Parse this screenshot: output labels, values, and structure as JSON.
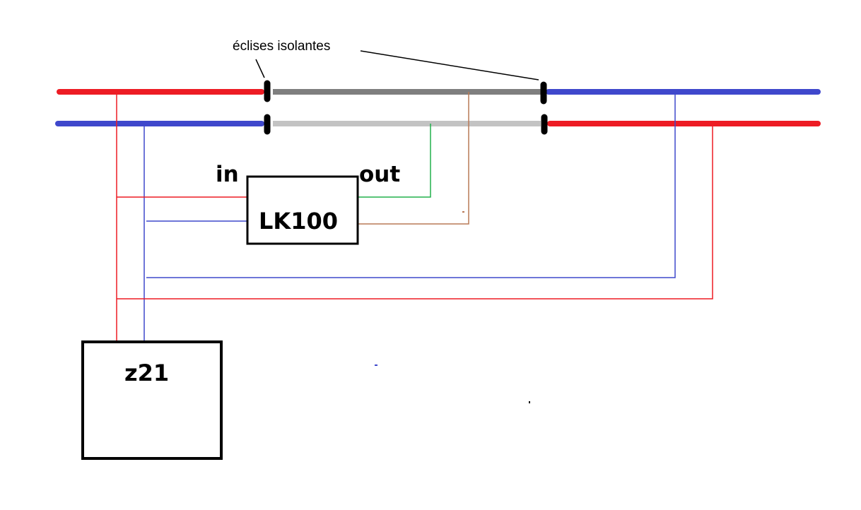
{
  "labels": {
    "insulating_joints": "éclises isolantes",
    "input": "in",
    "output": "out",
    "module": "LK100",
    "command_station": "z21"
  },
  "colors": {
    "rail_red": "#ed1c24",
    "rail_blue": "#3f48cc",
    "section_dark": "#7f7f7f",
    "section_light": "#c3c3c3",
    "wire_green": "#22b14c",
    "wire_brown": "#b97a57",
    "outline": "#000000"
  }
}
